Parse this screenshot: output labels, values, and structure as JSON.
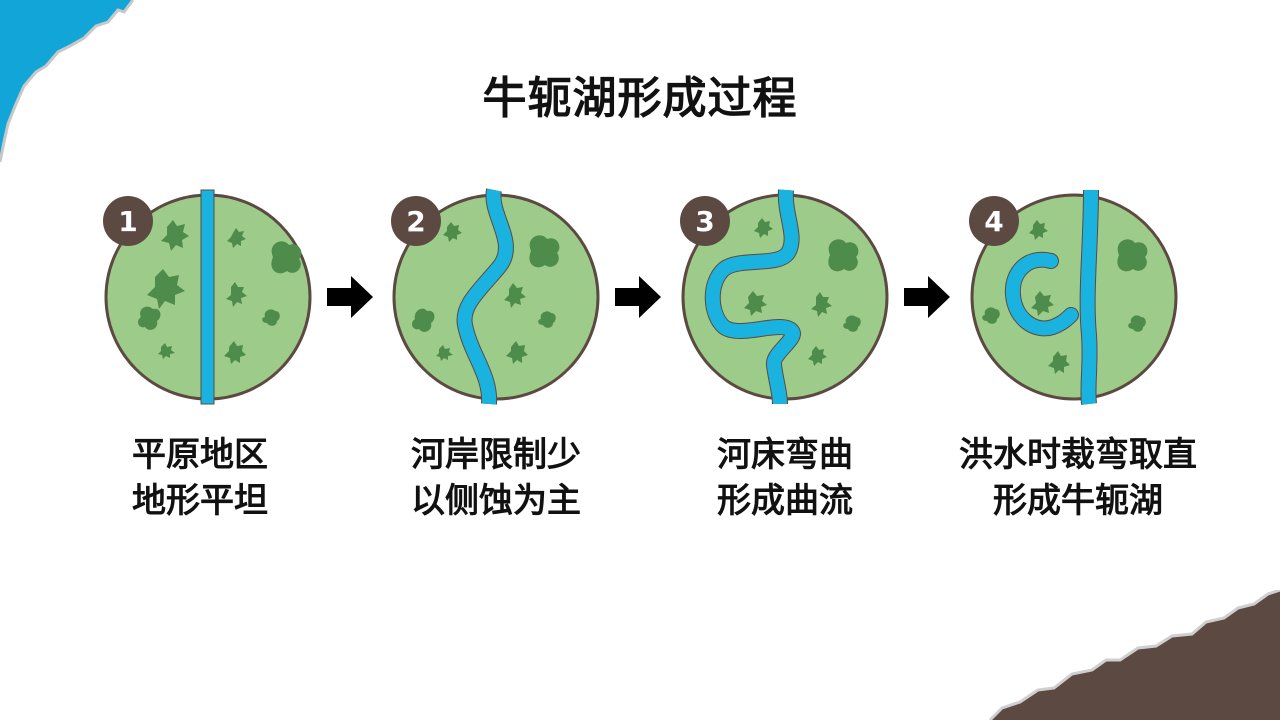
{
  "title": "牛轭湖形成过程",
  "colors": {
    "plain": "#9dcb8a",
    "plain_border": "#5c4a42",
    "tree": "#4e8c4b",
    "river": "#1ab3df",
    "badge": "#5c4a42",
    "corner_blue": "#12a6d8",
    "corner_brown": "#5c4a42",
    "arrow": "#000000"
  },
  "stages": [
    {
      "number": "1",
      "caption_line1": "平原地区",
      "caption_line2": "地形平坦"
    },
    {
      "number": "2",
      "caption_line1": "河岸限制少",
      "caption_line2": "以侧蚀为主"
    },
    {
      "number": "3",
      "caption_line1": "河床弯曲",
      "caption_line2": "形成曲流"
    },
    {
      "number": "4",
      "caption_line1": "洪水时裁弯取直",
      "caption_line2": "形成牛轭湖"
    }
  ],
  "icons": {
    "step_arrow": "right-arrow-icon",
    "tree": "tree-icon"
  }
}
